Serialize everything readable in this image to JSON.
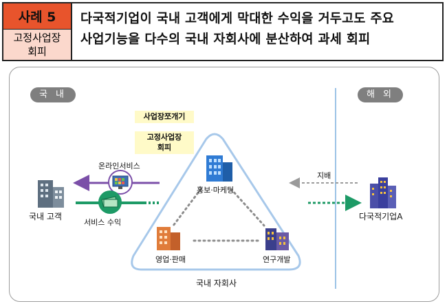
{
  "header": {
    "case_label": "사례 5",
    "type_label_line1": "고정사업장",
    "type_label_line2": "회피",
    "title_line1": "다국적기업이 국내 고객에게 막대한 수익을 거두고도 주요",
    "title_line2": "사업기능을 다수의 국내 자회사에 분산하여 과세 회피"
  },
  "diagram": {
    "domestic_label": "국 내",
    "overseas_label": "해 외",
    "note1": "사업장쪼개기",
    "note2_line1": "고정사업장",
    "note2_line2": "회피",
    "online_service": "온라인서비스",
    "service_revenue": "서비스 수익",
    "domestic_customer": "국내 고객",
    "control": "지배",
    "multinational": "다국적기업A",
    "pr_marketing": "홍보·마케팅",
    "sales": "영업·판매",
    "rnd": "연구개발",
    "subsidiary": "국내 자회사"
  },
  "colors": {
    "badge": "#e8542c",
    "badge_sub": "#fbd8cc",
    "online_arrow": "#7b4fa8",
    "revenue_arrow": "#1d9a66",
    "overseas_divider": "#9cc3e6",
    "note_bg": "#fffac8",
    "triangle": "#a7c8ea"
  }
}
